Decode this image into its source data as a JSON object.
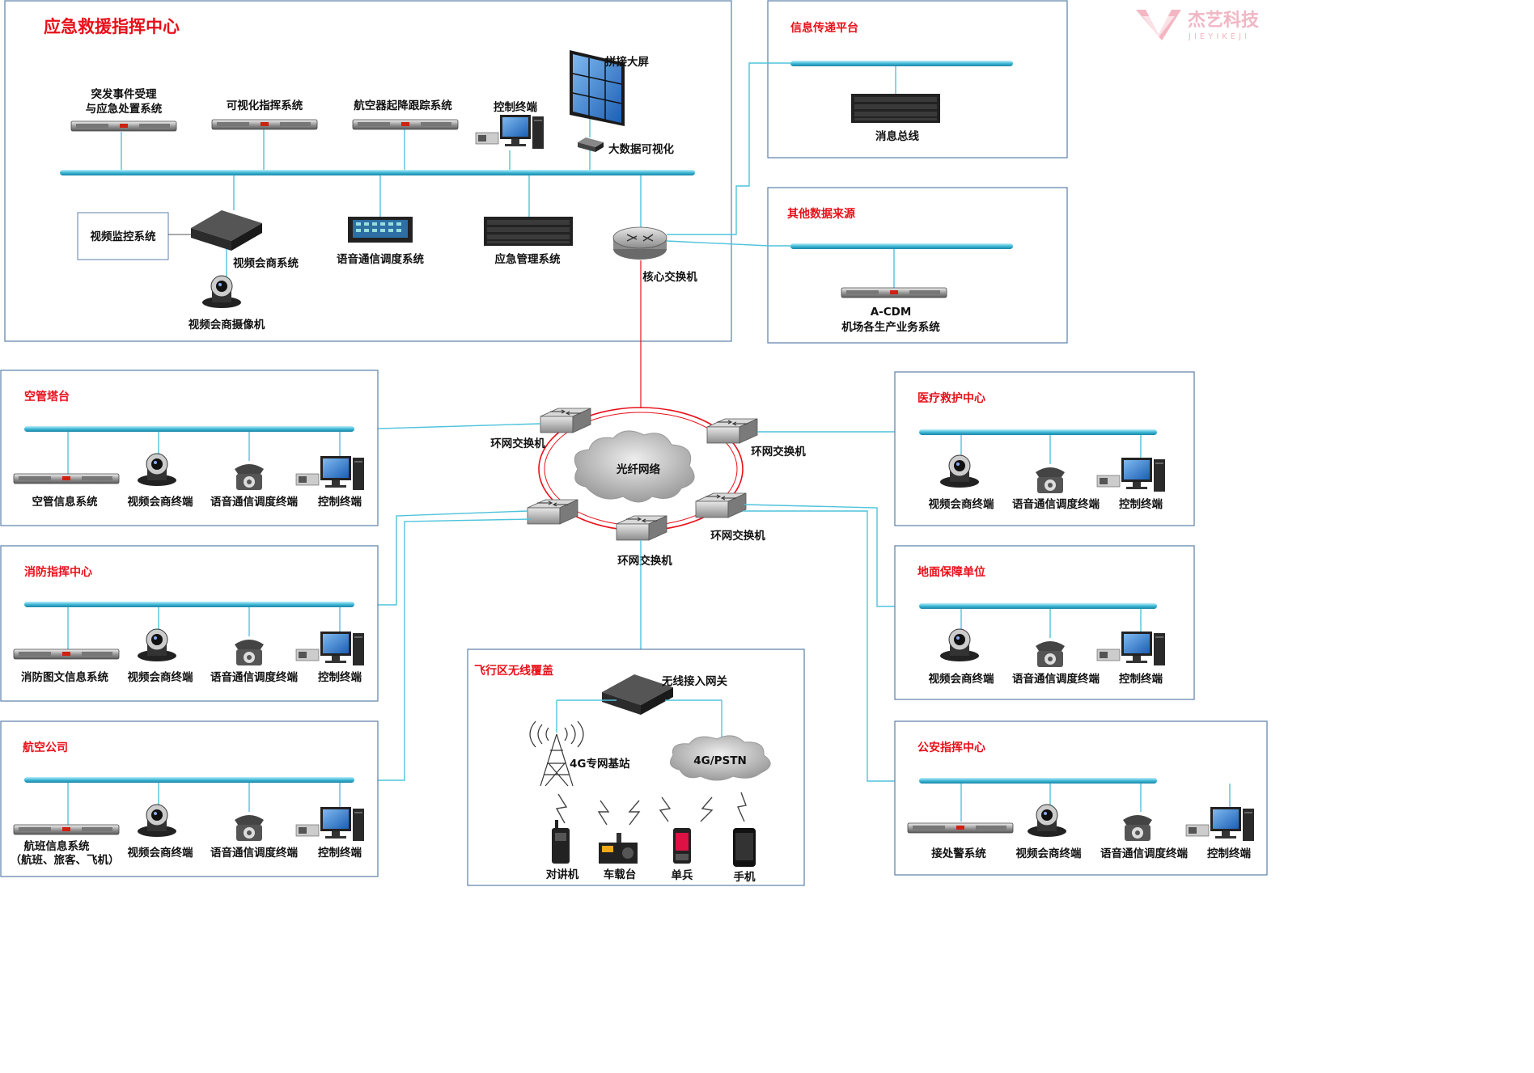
{
  "logo": {
    "name": "杰艺科技",
    "sub": "JIEYIKEJI"
  },
  "command_center": {
    "title": "应急救援指挥中心",
    "emergency_line1": "突发事件受理",
    "emergency_line2": "与应急处置系统",
    "visual_cmd": "可视化指挥系统",
    "aircraft_track": "航空器起降跟踪系统",
    "control_terminal": "控制终端",
    "big_screen": "拼接大屏",
    "big_data": "大数据可视化",
    "video_monitor": "视频监控系统",
    "video_conf": "视频会商系统",
    "video_camera": "视频会商摄像机",
    "voice_dispatch": "语音通信调度系统",
    "emergency_mgmt": "应急管理系统",
    "core_switch": "核心交换机"
  },
  "msg_platform": {
    "title": "信息传递平台",
    "bus": "消息总线"
  },
  "other_sources": {
    "title": "其他数据来源",
    "line1": "A-CDM",
    "line2": "机场各生产业务系统"
  },
  "ring": {
    "cloud": "光纤网络",
    "switch": "环网交换机"
  },
  "atc": {
    "title": "空管塔台",
    "sys": "空管信息系统"
  },
  "fire": {
    "title": "消防指挥中心",
    "sys": "消防图文信息系统"
  },
  "airline": {
    "title": "航空公司",
    "sys_line1": "航班信息系统",
    "sys_line2": "（航班、旅客、飞机）"
  },
  "medical": {
    "title": "医疗救护中心"
  },
  "ground": {
    "title": "地面保障单位"
  },
  "police": {
    "title": "公安指挥中心",
    "sys": "接处警系统"
  },
  "common": {
    "video_terminal": "视频会商终端",
    "voice_terminal": "语音通信调度终端",
    "control_terminal": "控制终端"
  },
  "wireless": {
    "title": "飞行区无线覆盖",
    "gateway": "无线接入网关",
    "base_station": "4G专网基站",
    "pstn": "4G/PSTN",
    "walkie": "对讲机",
    "vehicle": "车载台",
    "soldier": "单兵",
    "phone": "手机"
  },
  "colors": {
    "accent": "#e8101a",
    "bus": "#4fc3dc",
    "ring": "#e8101a",
    "border": "#5b7fa8"
  }
}
